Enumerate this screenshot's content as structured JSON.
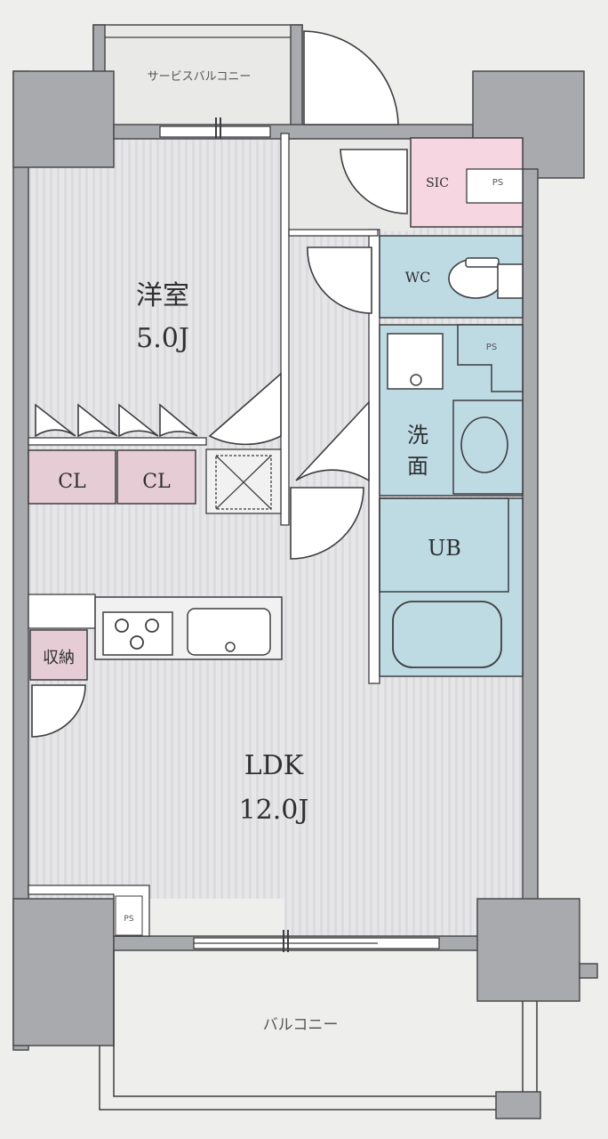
{
  "rooms": {
    "service_balcony": "サービスバルコニー",
    "western_room": {
      "name": "洋室",
      "size": "5.0J"
    },
    "closet_1": "CL",
    "closet_2": "CL",
    "sic": "SIC",
    "ps_top": "PS",
    "wc": "WC",
    "ps_mid": "PS",
    "washroom_1": "洗",
    "washroom_2": "面",
    "bath": "UB",
    "storage": "収納",
    "ldk": {
      "name": "LDK",
      "size": "12.0J"
    },
    "ps_bottom": "PS",
    "balcony": "バルコニー"
  },
  "colors": {
    "wall": "#a9aaad",
    "closet": "#e6cdd5",
    "sic": "#f6d6e0",
    "wet_area": "#bedbe4",
    "background": "#eeefec"
  }
}
